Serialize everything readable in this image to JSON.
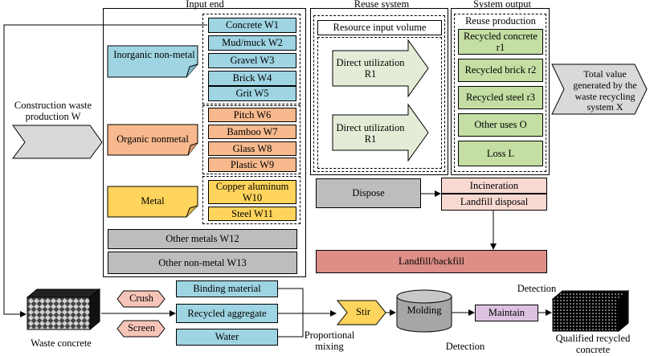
{
  "input_end": {
    "title": "Input end",
    "inorganic_label": "Inorganic non-metal",
    "inorganic_items": [
      "Concrete W1",
      "Mud/muck W2",
      "Gravel W3",
      "Brick W4",
      "Grit W5"
    ],
    "organic_label": "Organic nonmetal",
    "organic_items": [
      "Pitch W6",
      "Bamboo W7",
      "Glass W8",
      "Plastic W9"
    ],
    "metal_label": "Metal",
    "metal_items": [
      "Copper aluminum W10",
      "Steel W11"
    ],
    "other_metals": "Other metals W12",
    "other_nonmetal": "Other non-metal W13"
  },
  "source": {
    "label": "Construction waste production W"
  },
  "reuse_system": {
    "title": "Reuse system",
    "resource_input": "Resource input volume",
    "direct_1": "Direct utilization R1",
    "direct_2": "Direct utilization R1"
  },
  "system_output": {
    "title": "System output",
    "reuse_production": "Reuse production",
    "items": [
      "Recycled concrete r1",
      "Recycled brick r2",
      "Recycled steel r3",
      "Other uses O",
      "Loss L"
    ]
  },
  "total_value": "Total value generated by the waste recycling system X",
  "dispose": {
    "label": "Dispose",
    "incineration": "Incineration",
    "landfill_disposal": "Landfill disposal",
    "landfill_backfill": "Landfill/backfill"
  },
  "process": {
    "waste_concrete": "Waste concrete",
    "crush": "Crush",
    "screen": "Screen",
    "binding": "Binding material",
    "aggregate": "Recycled aggregate",
    "water": "Water",
    "proportional_mixing": "Proportional mixing",
    "stir": "Stir",
    "molding": "Molding",
    "detection_bottom": "Detection",
    "maintain": "Maintain",
    "detection_top": "Detection",
    "qualified": "Qualified recycled concrete"
  },
  "colors": {
    "blue": "#9fd4e2",
    "orange": "#f7b98d",
    "yellow": "#fed45c",
    "green": "#c4dea3",
    "gray": "#bdbdbd",
    "pink": "#f8d9d2",
    "red": "#dc8e87",
    "purple": "#dcc2e0",
    "arrow_fill": "#e4ecd7"
  }
}
